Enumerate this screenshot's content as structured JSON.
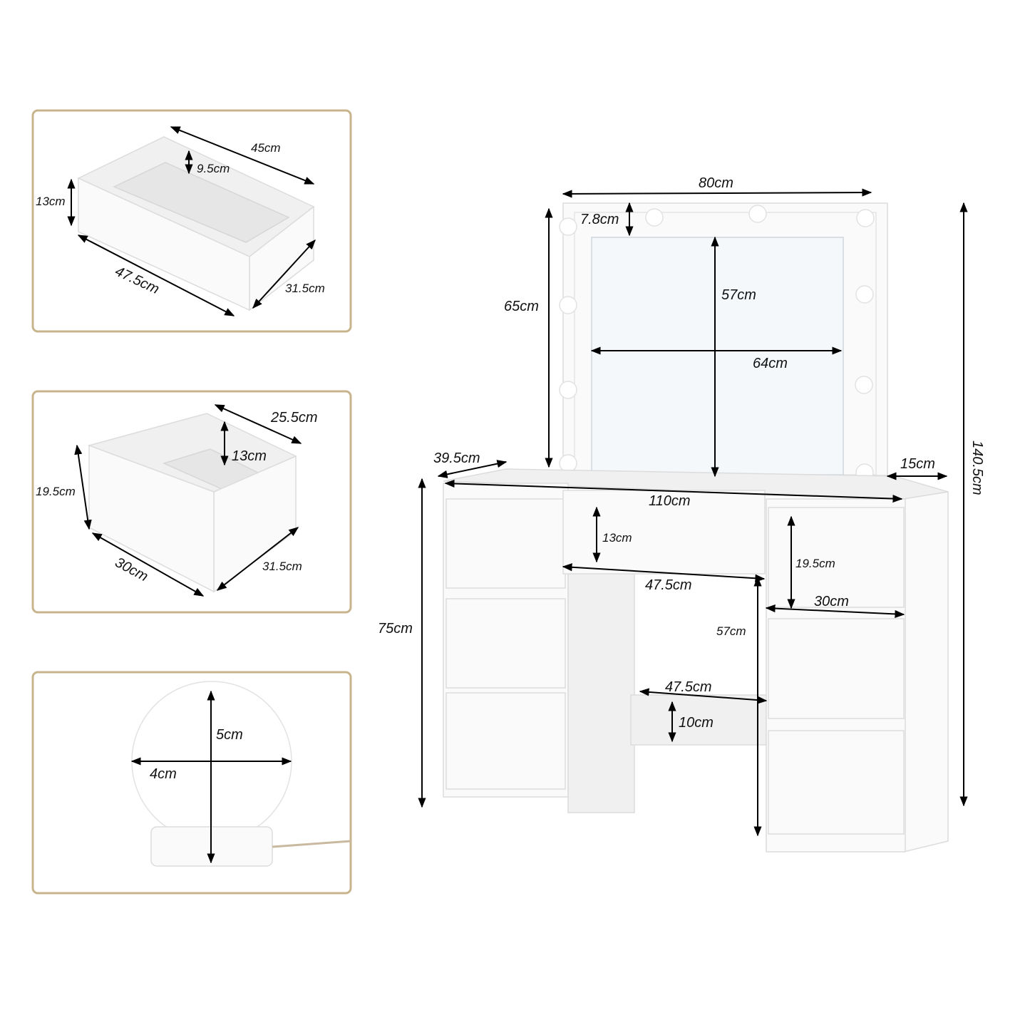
{
  "colors": {
    "panel_border": "#c8b48c",
    "arrow": "#000000",
    "furniture": "#f8f8f8"
  },
  "drawer_large": {
    "back_width": "45cm",
    "inner_depth": "9.5cm",
    "height": "13cm",
    "front_width": "47.5cm",
    "depth": "31.5cm"
  },
  "drawer_small": {
    "back_width": "25.5cm",
    "inner_depth": "13cm",
    "height": "19.5cm",
    "front_width": "30cm",
    "depth": "31.5cm"
  },
  "bulb": {
    "height": "5cm",
    "diameter": "4cm"
  },
  "vanity": {
    "mirror_frame_width": "80cm",
    "frame_border": "7.8cm",
    "mirror_frame_height": "65cm",
    "mirror_glass_height": "57cm",
    "mirror_glass_width": "64cm",
    "desk_depth": "39.5cm",
    "mirror_offset": "15cm",
    "total_height": "140.5cm",
    "desk_width": "110cm",
    "center_drawer_height": "13cm",
    "side_drawer_height": "19.5cm",
    "center_drawer_width": "47.5cm",
    "side_drawer_width": "30cm",
    "leg_clearance": "57cm",
    "desk_height": "75cm",
    "crossbar_width": "47.5cm",
    "crossbar_height": "10cm"
  }
}
